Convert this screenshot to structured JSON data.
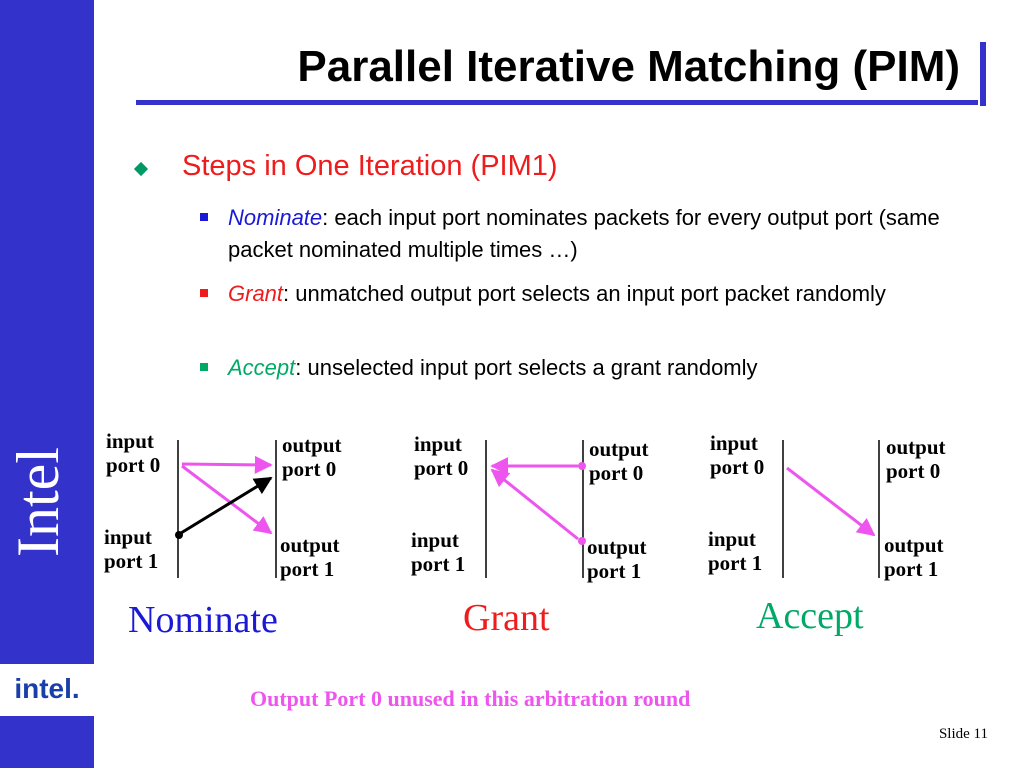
{
  "title": "Parallel Iterative Matching (PIM)",
  "bullet": "Steps in One Iteration (PIM1)",
  "steps": [
    {
      "term": "Nominate",
      "text": ": each input port nominates packets for every output port (same packet nominated multiple times …)"
    },
    {
      "term": "Grant",
      "text": ": unmatched output port selects an input port packet randomly"
    },
    {
      "term": "Accept",
      "text": ": unselected input port selects a grant randomly"
    }
  ],
  "labels": {
    "in0a": "input",
    "in0b": "port 0",
    "in1a": "input",
    "in1b": "port 1",
    "out0a": "output",
    "out0b": "port 0",
    "out1a": "output",
    "out1b": "port 1"
  },
  "captions": {
    "nominate": "Nominate",
    "grant": "Grant",
    "accept": "Accept"
  },
  "note": "Output Port 0 unused in this arbitration round",
  "slide_number": "Slide 11",
  "brand_vertical": "Intel",
  "logo_text": "intel.",
  "colors": {
    "sidebar": "#3333cc",
    "bullet_heading": "#ee1c1c",
    "term_blue": "#1a1ad6",
    "term_red": "#ee1c1c",
    "term_green": "#00aa66",
    "arrow_pink": "#ee55ee",
    "caption_nominate": "#1a1ad6",
    "caption_grant": "#ee1c1c",
    "caption_accept": "#00aa66"
  }
}
